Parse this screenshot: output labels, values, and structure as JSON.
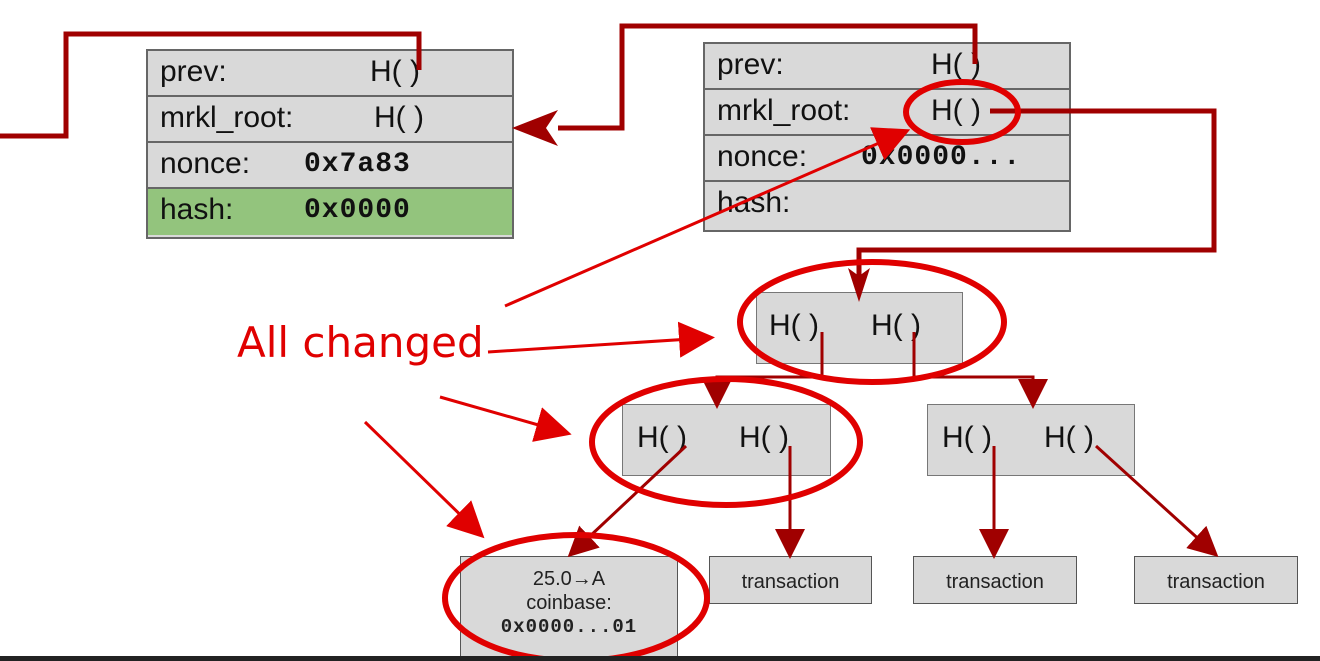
{
  "blocks": {
    "left": {
      "prev_label": "prev:",
      "prev_value": "H( )",
      "mrkl_label": "mrkl_root:",
      "mrkl_value": "H( )",
      "nonce_label": "nonce:",
      "nonce_value": "0x7a83",
      "hash_label": "hash:",
      "hash_value": "0x0000"
    },
    "right": {
      "prev_label": "prev:",
      "prev_value": "H( )",
      "mrkl_label": "mrkl_root:",
      "mrkl_value": "H( )",
      "nonce_label": "nonce:",
      "nonce_value": "0x0000...",
      "hash_label": "hash:",
      "hash_value": ""
    }
  },
  "tree": {
    "root": {
      "left": "H( )",
      "right": "H( )"
    },
    "mid_left": {
      "left": "H( )",
      "right": "H( )"
    },
    "mid_right": {
      "left": "H( )",
      "right": "H( )"
    },
    "leaves": {
      "coinbase_line1": "25.0→A",
      "coinbase_line2": "coinbase:",
      "coinbase_line3": "0x0000...01",
      "tx1": "transaction",
      "tx2": "transaction",
      "tx3": "transaction"
    }
  },
  "annotation": "All changed",
  "colors": {
    "arrow_dark_red": "#a00000",
    "highlight_red": "#e00000",
    "box_gray": "#d9d9d9",
    "hash_green": "#93c47d"
  }
}
